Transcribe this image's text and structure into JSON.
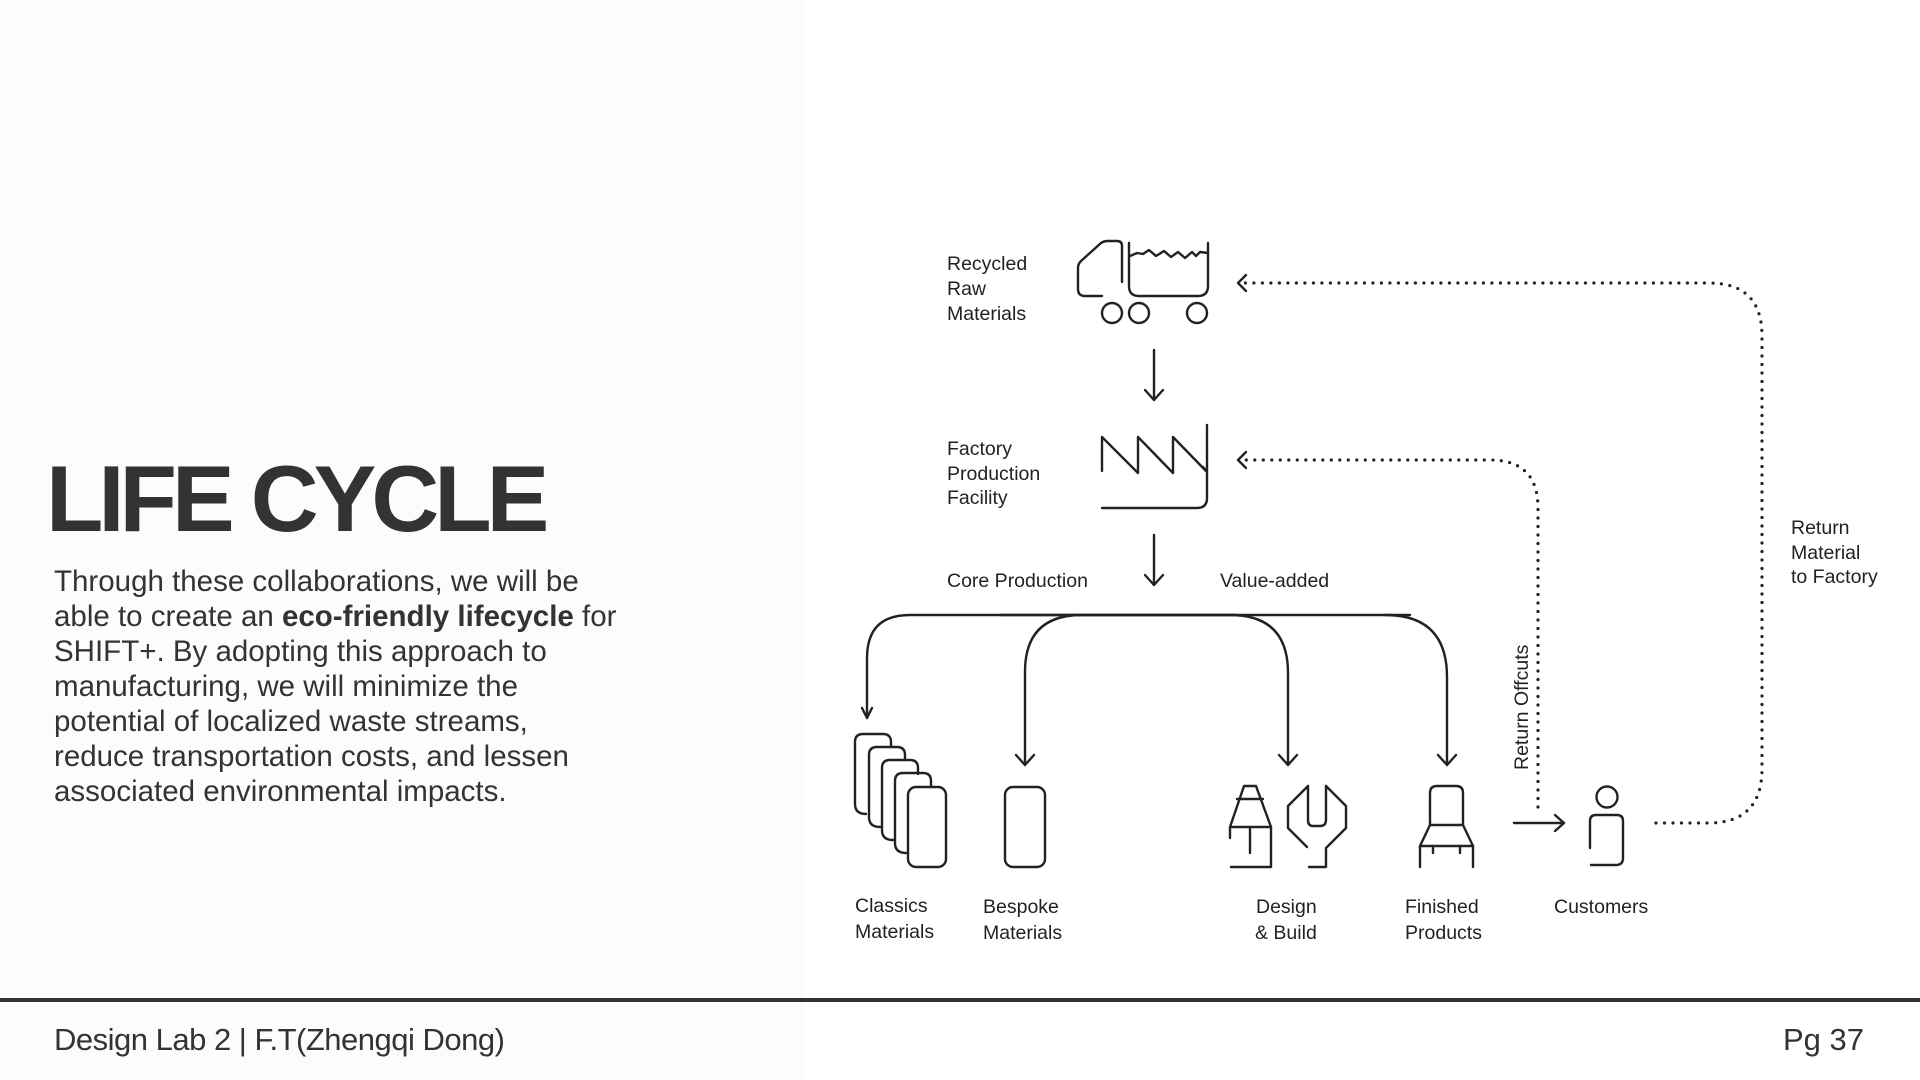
{
  "page": {
    "title": "LIFE CYCLE",
    "body": {
      "part1": "Through these collaborations, we will be able to create an ",
      "bold": "eco-friendly lifecycle",
      "part2": " for SHIFT+. By adopting this approach to manufacturing, we will minimize the potential of localized waste streams, reduce transportation costs, and lessen associated environmental impacts."
    }
  },
  "footer": {
    "left": "Design Lab 2 | F.T(Zhengqi Dong)",
    "right": "Pg 37"
  },
  "diagram": {
    "nodes": {
      "recycled": {
        "icon": "truck-icon",
        "lines": [
          "Recycled",
          "Raw",
          "Materials"
        ]
      },
      "factory": {
        "icon": "factory-icon",
        "lines": [
          "Factory",
          "Production",
          "Facility"
        ]
      },
      "classics": {
        "icon": "stacked-panels-icon",
        "lines": [
          "Classics",
          "Materials"
        ]
      },
      "bespoke": {
        "icon": "panel-icon",
        "lines": [
          "Bespoke",
          "Materials"
        ]
      },
      "design": {
        "icon": "pencil-wrench-icon",
        "lines": [
          "Design",
          "& Build"
        ]
      },
      "finished": {
        "icon": "chair-icon",
        "lines": [
          "Finished",
          "Products"
        ]
      },
      "customers": {
        "icon": "person-icon",
        "lines": [
          "Customers"
        ]
      }
    },
    "branch_labels": {
      "core": "Core Production",
      "value": "Value-added"
    },
    "return_labels": {
      "offcuts": "Return Offcuts",
      "material": [
        "Return",
        "Material",
        "to Factory"
      ]
    }
  }
}
